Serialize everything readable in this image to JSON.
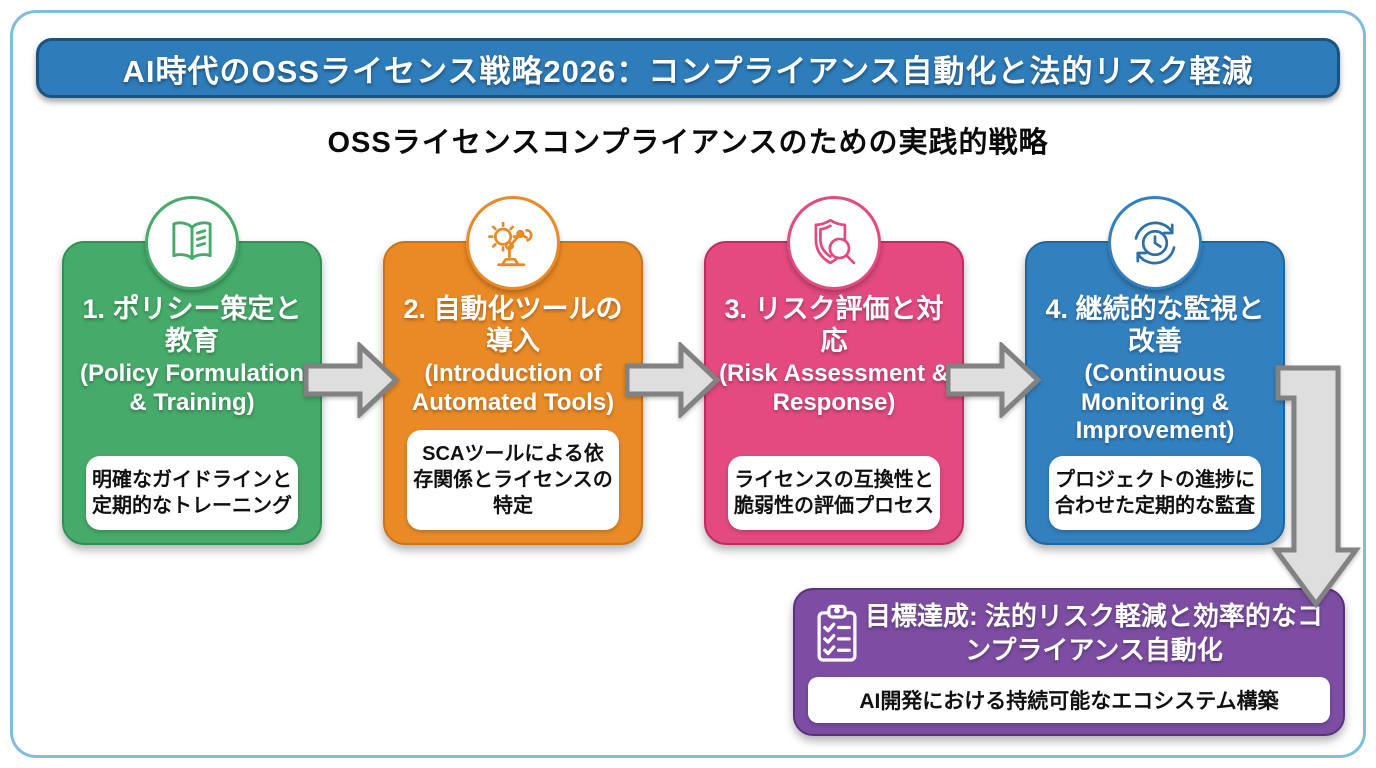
{
  "banner": {
    "title": "AI時代のOSSライセンス戦略2026：コンプライアンス自動化と法的リスク軽減"
  },
  "subtitle": "OSSライセンスコンプライアンスのための実践的戦略",
  "steps": [
    {
      "icon": "book-icon",
      "title_jp": "1. ポリシー策定と教育",
      "title_en": "(Policy Formulation & Training)",
      "note": "明確なガイドラインと定期的なトレーニング",
      "color": "#46AA6A",
      "border_color": "#2F8F55"
    },
    {
      "icon": "robot-arm-icon",
      "title_jp": "2. 自動化ツールの導入",
      "title_en": "(Introduction of Automated Tools)",
      "note": "SCAツールによる依存関係とライセンスの特定",
      "color": "#E98A26",
      "border_color": "#C9731A"
    },
    {
      "icon": "shield-magnifier-icon",
      "title_jp": "3. リスク評価と対応",
      "title_en": "(Risk Assessment & Response)",
      "note": "ライセンスの互換性と脆弱性の評価プロセス",
      "color": "#E24A80",
      "border_color": "#C12B63"
    },
    {
      "icon": "cycle-clock-icon",
      "title_jp": "4. 継続的な監視と改善",
      "title_en": "(Continuous Monitoring & Improvement)",
      "note": "プロジェクトの進捗に合わせた定期的な監査",
      "color": "#3380BE",
      "border_color": "#20669E"
    }
  ],
  "goal": {
    "icon": "checklist-icon",
    "title": "目標達成: 法的リスク軽減と効率的なコンプライアンス自動化",
    "note": "AI開発における持続可能なエコシステム構築",
    "color": "#7C4DA2",
    "border_color": "#59327D"
  },
  "colors": {
    "frame_border": "#7FBCDD",
    "banner_bg": "#2E7CB9",
    "banner_border": "#1A5480",
    "arrow_fill": "#DEDEDE",
    "arrow_stroke": "#828282"
  }
}
